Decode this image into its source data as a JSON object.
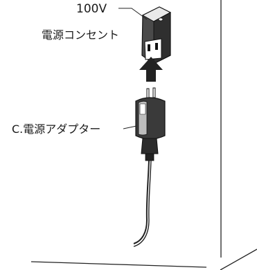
{
  "labels": {
    "outlet_voltage": "100V",
    "outlet_name": "電源コンセント",
    "adapter_name": "C.電源アダプター"
  }
}
